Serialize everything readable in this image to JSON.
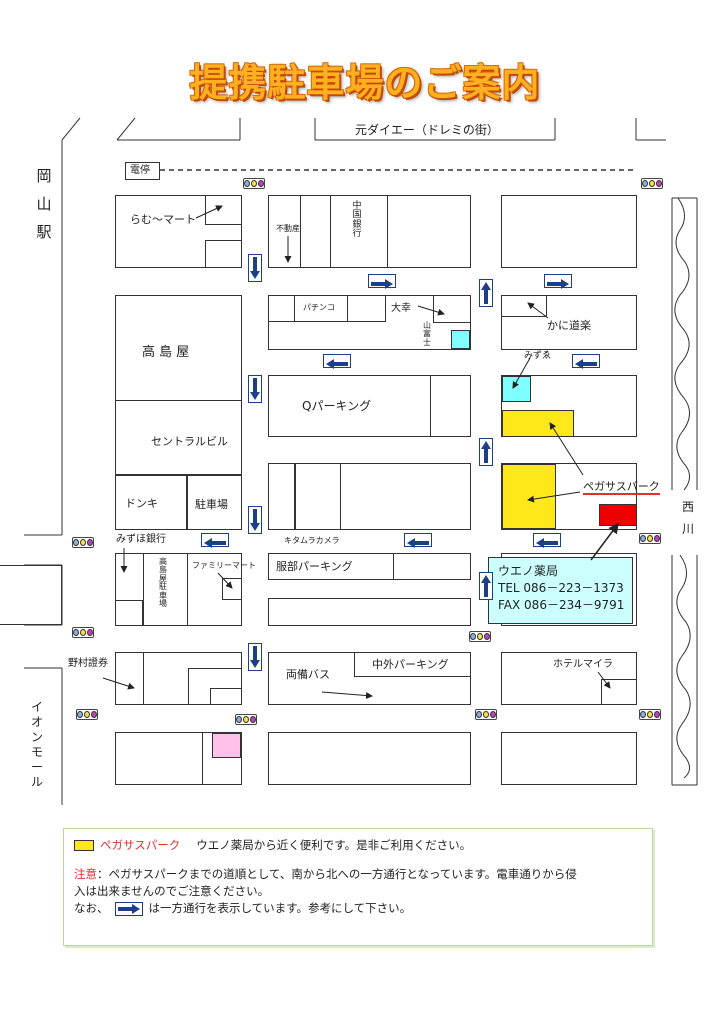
{
  "title": "提携駐車場のご案内",
  "map": {
    "moto_daiei": "元ダイエー（ドレミの街）",
    "densha_stop": "電停",
    "okayama_station": "岡山駅",
    "ramu_mart": "らむ～マート",
    "fudosan": "不動産",
    "chugoku_bank": "中国銀行",
    "pachinko": "パチンコ",
    "daiko": "大幸",
    "yamafuji": "山富士",
    "kanidouraku": "かに道楽",
    "mizuho_top": "みずゑ",
    "takashimaya": "高 島 屋",
    "central_bldg": "セントラルビル",
    "donki": "ドンキ",
    "chushajo": "駐車場",
    "q_parking": "Qパーキング",
    "pegasus_park": "ペガサスパーク",
    "nishigawa": "西川",
    "mizuho_bank": "みずほ銀行",
    "kitamura_camera": "キタムラカメラ",
    "takashimaya_parking": "高島屋駐車場",
    "family_mart": "ファミリーマート",
    "hattori_parking": "服部パーキング",
    "nomura": "野村證券",
    "aeon_mall": "イオンモール",
    "ryobi_bus": "両備バス",
    "chugai_parking": "中外パーキング",
    "hotel_maira": "ホテルマイラ",
    "pharmacy": {
      "name": "ウエノ薬局",
      "tel": "TEL 086－223－1373",
      "fax": "FAX 086－234－9791"
    }
  },
  "notes": {
    "legend_name": "ペガサスパーク",
    "legend_desc": "ウエノ薬局から近く便利です。是非ご利用ください。",
    "caution_label": "注意",
    "caution_text1": "：ペガサスパークまでの道順として、南から北への一方通行となっています。電車通りから侵",
    "caution_text2": "入は出来ませんのでご注意ください。",
    "oneway_pre": "なお、",
    "oneway_post": "は一方通行を表示しています。参考にして下さい。"
  },
  "colors": {
    "title_fill": "#ffb020",
    "pegasus_yellow": "#ffe81a",
    "target_red": "#ee0000",
    "cyan": "#7fffff",
    "pink": "#ffc0ea",
    "oneway_blue": "#1d3f8a",
    "caution_red": "#e23030"
  },
  "icons": [
    "one-way-arrow-icon",
    "traffic-signal-icon",
    "pointer-arrow-icon"
  ]
}
